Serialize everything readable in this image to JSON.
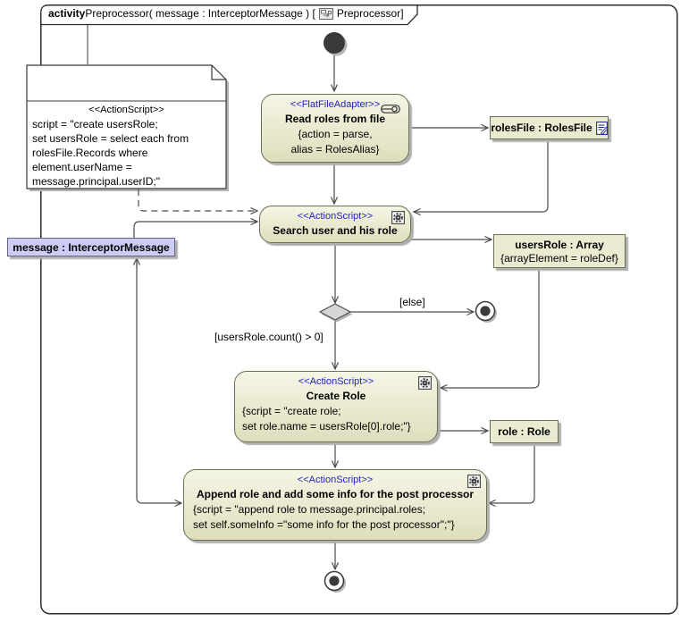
{
  "frame": {
    "keyword": "activity",
    "title": "Preprocessor( message : InterceptorMessage ) ",
    "open_bracket": "[",
    "diagram_name": "Preprocessor",
    "close_bracket": "]"
  },
  "note": {
    "stereotype": "<<ActionScript>>",
    "lines": [
      "script = \"create usersRole;",
      "set usersRole = select each from",
      "rolesFile.Records where",
      "element.userName =",
      "message.principal.userID;\""
    ]
  },
  "nodes": {
    "read_roles": {
      "stereotype": "<<FlatFileAdapter>>",
      "name": "Read roles from file",
      "props": [
        "{action = parse,",
        "alias = RolesAlias}"
      ]
    },
    "search_user": {
      "stereotype": "<<ActionScript>>",
      "name": "Search user and his role"
    },
    "create_role": {
      "stereotype": "<<ActionScript>>",
      "name": "Create Role",
      "props": [
        "{script = \"create role;",
        "set role.name = usersRole[0].role;\"}"
      ]
    },
    "append_role": {
      "stereotype": "<<ActionScript>>",
      "name": "Append role and add some info for the post processor",
      "props": [
        "{script = \"append role to message.principal.roles;",
        "set self.someInfo =\"some info for the post processor\";\"}"
      ]
    }
  },
  "objects": {
    "roles_file": {
      "name": "rolesFile : RolesFile"
    },
    "message": {
      "name": "message : InterceptorMessage"
    },
    "users_role": {
      "name": "usersRole : Array",
      "props": "{arrayElement = roleDef}"
    },
    "role": {
      "name": "role : Role"
    }
  },
  "guards": {
    "else": "[else]",
    "count": "[usersRole.count() > 0]"
  },
  "colors": {
    "node_fill": "#e9e9cf",
    "node_border": "#6e6e55",
    "stereotype_blue": "#2323bb",
    "message_fill": "#ccccf5",
    "edge": "#4a4a4a",
    "shadow": "#b0b0b0"
  }
}
